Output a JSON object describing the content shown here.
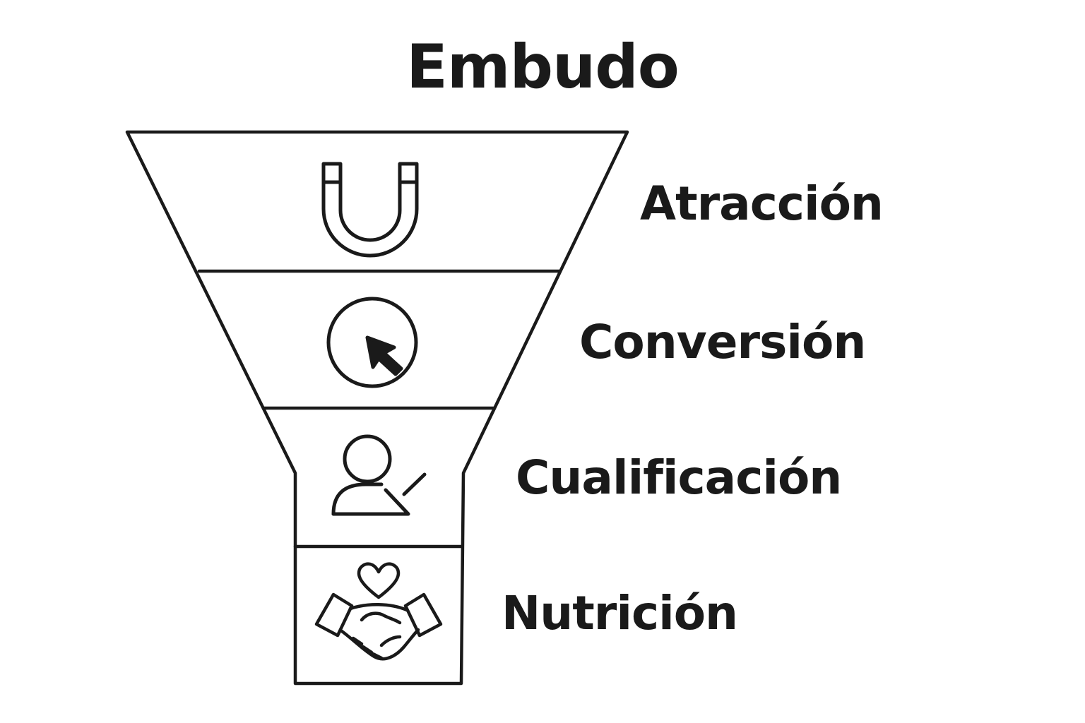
{
  "title": "Embudo",
  "stages": [
    {
      "label": "Atracción",
      "icon": "magnet-icon"
    },
    {
      "label": "Conversión",
      "icon": "cursor-circle-icon"
    },
    {
      "label": "Cualificación",
      "icon": "user-check-icon"
    },
    {
      "label": "Nutrición",
      "icon": "handshake-heart-icon"
    }
  ],
  "colors": {
    "stroke": "#1a1a1a",
    "background": "#ffffff"
  }
}
